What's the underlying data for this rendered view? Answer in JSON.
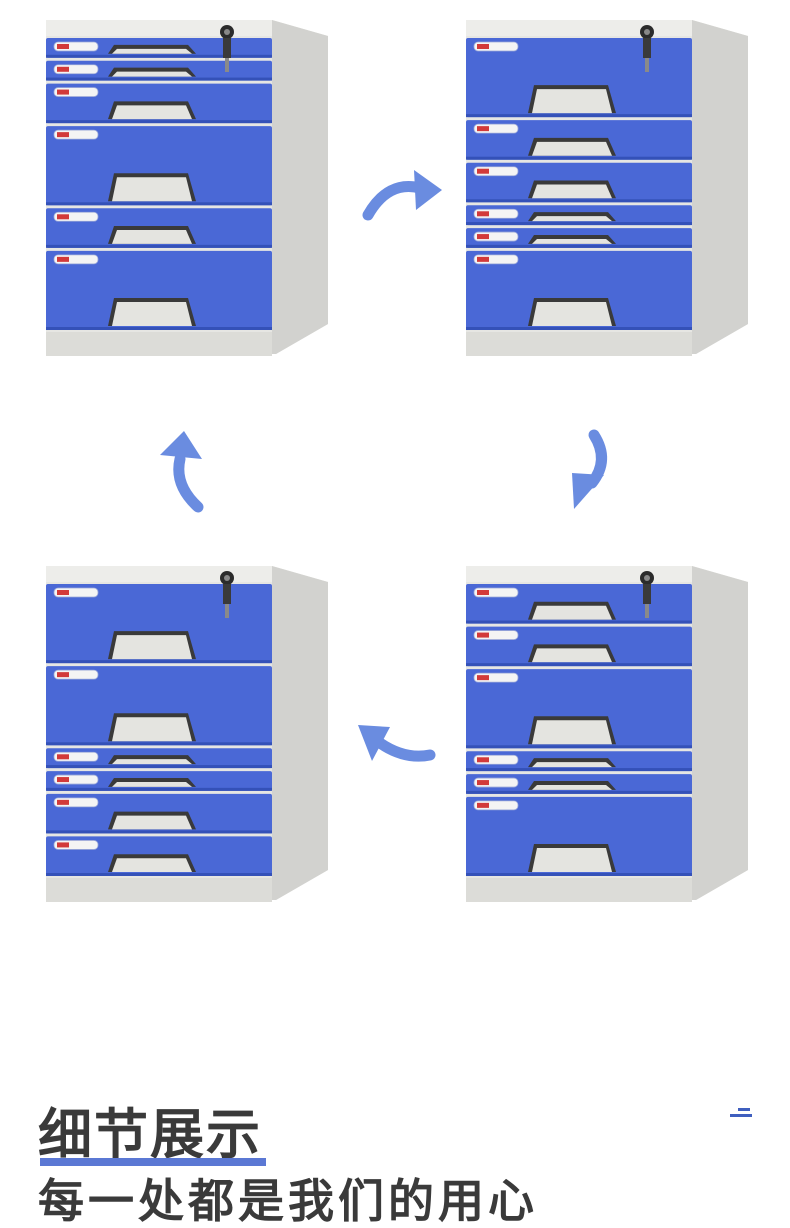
{
  "colors": {
    "drawer_blue": "#4a68d6",
    "drawer_blue_dark": "#3451b8",
    "body_grey": "#e6e6e3",
    "body_side": "#d2d2cf",
    "arrow_blue": "#6a8ce0",
    "title_text": "#3a3a3a",
    "accent": "#5b78d4"
  },
  "section": {
    "title": "细节展示",
    "subtitle": "每一处都是我们的用心"
  },
  "cabinets": [
    {
      "name": "cabinet-top-left",
      "drawer_units": [
        1,
        1,
        2,
        4,
        2,
        4
      ]
    },
    {
      "name": "cabinet-top-right",
      "drawer_units": [
        4,
        2,
        2,
        1,
        1,
        4
      ]
    },
    {
      "name": "cabinet-bottom-right",
      "drawer_units": [
        2,
        2,
        4,
        1,
        1,
        4
      ]
    },
    {
      "name": "cabinet-bottom-left",
      "drawer_units": [
        4,
        4,
        1,
        1,
        2,
        2
      ]
    }
  ],
  "icons": {
    "arrow_1": "curved-arrow-right-icon",
    "arrow_2": "curved-arrow-down-icon",
    "arrow_3": "curved-arrow-left-icon",
    "arrow_4": "curved-arrow-up-icon",
    "lock": "key-lock-icon"
  }
}
